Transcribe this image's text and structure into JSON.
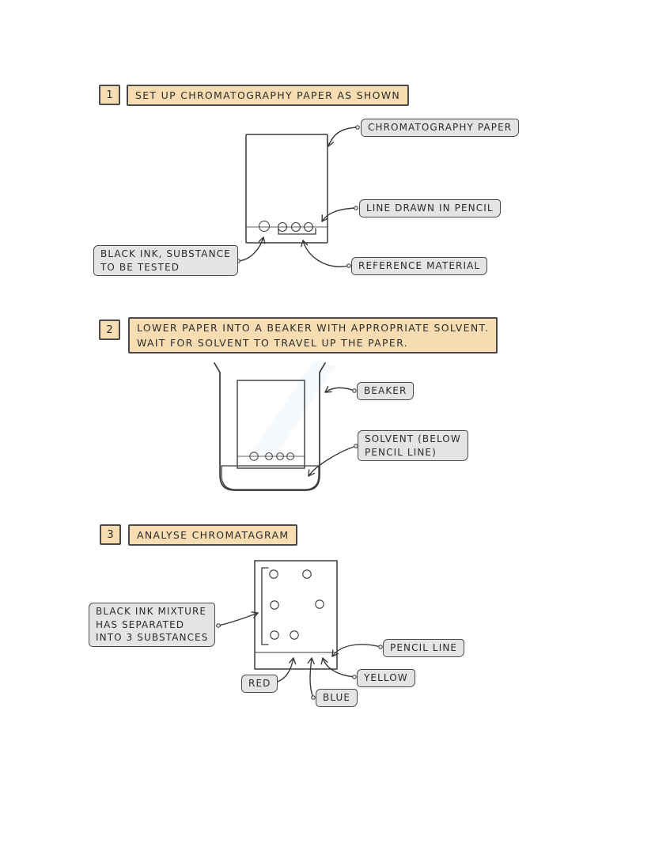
{
  "colors": {
    "step_box_fill": "#f7ddb1",
    "label_fill": "#e4e4e4",
    "border_ink": "#4a4a4a",
    "line_ink": "#3a3a3a",
    "paper_fill": "#ffffff",
    "dot_black": "#1a1a1a",
    "dot_red": "#e8616f",
    "dot_blue": "#2aabe0",
    "dot_yellow": "#f6e71c",
    "solvent_fill": "#abe0f4"
  },
  "steps": [
    {
      "number": "1",
      "title_lines": [
        "SET UP CHROMATOGRAPHY PAPER AS SHOWN"
      ]
    },
    {
      "number": "2",
      "title_lines": [
        "LOWER PAPER INTO A BEAKER WITH APPROPRIATE SOLVENT.",
        "WAIT FOR SOLVENT TO TRAVEL UP THE PAPER."
      ]
    },
    {
      "number": "3",
      "title_lines": [
        "ANALYSE CHROMATAGRAM"
      ]
    }
  ],
  "labels": {
    "chromatography_paper": "CHROMATOGRAPHY PAPER",
    "line_drawn_in_pencil": "LINE DRAWN IN PENCIL",
    "black_ink_substance": {
      "lines": [
        "BLACK INK, SUBSTANCE",
        "TO BE TESTED"
      ]
    },
    "reference_material": "REFERENCE MATERIAL",
    "beaker": "BEAKER",
    "solvent": {
      "lines": [
        "SOLVENT (BELOW",
        "PENCIL LINE)"
      ]
    },
    "black_ink_mixture": {
      "lines": [
        "BLACK INK MIXTURE",
        "HAS SEPARATED",
        "INTO 3 SUBSTANCES"
      ]
    },
    "pencil_line": "PENCIL LINE",
    "red": "RED",
    "blue": "BLUE",
    "yellow": "YELLOW"
  },
  "diagram_notes": {
    "step1_spots": [
      "black",
      "red",
      "blue",
      "yellow"
    ],
    "step3_separated_spots": [
      "blue",
      "yellow",
      "red"
    ]
  }
}
